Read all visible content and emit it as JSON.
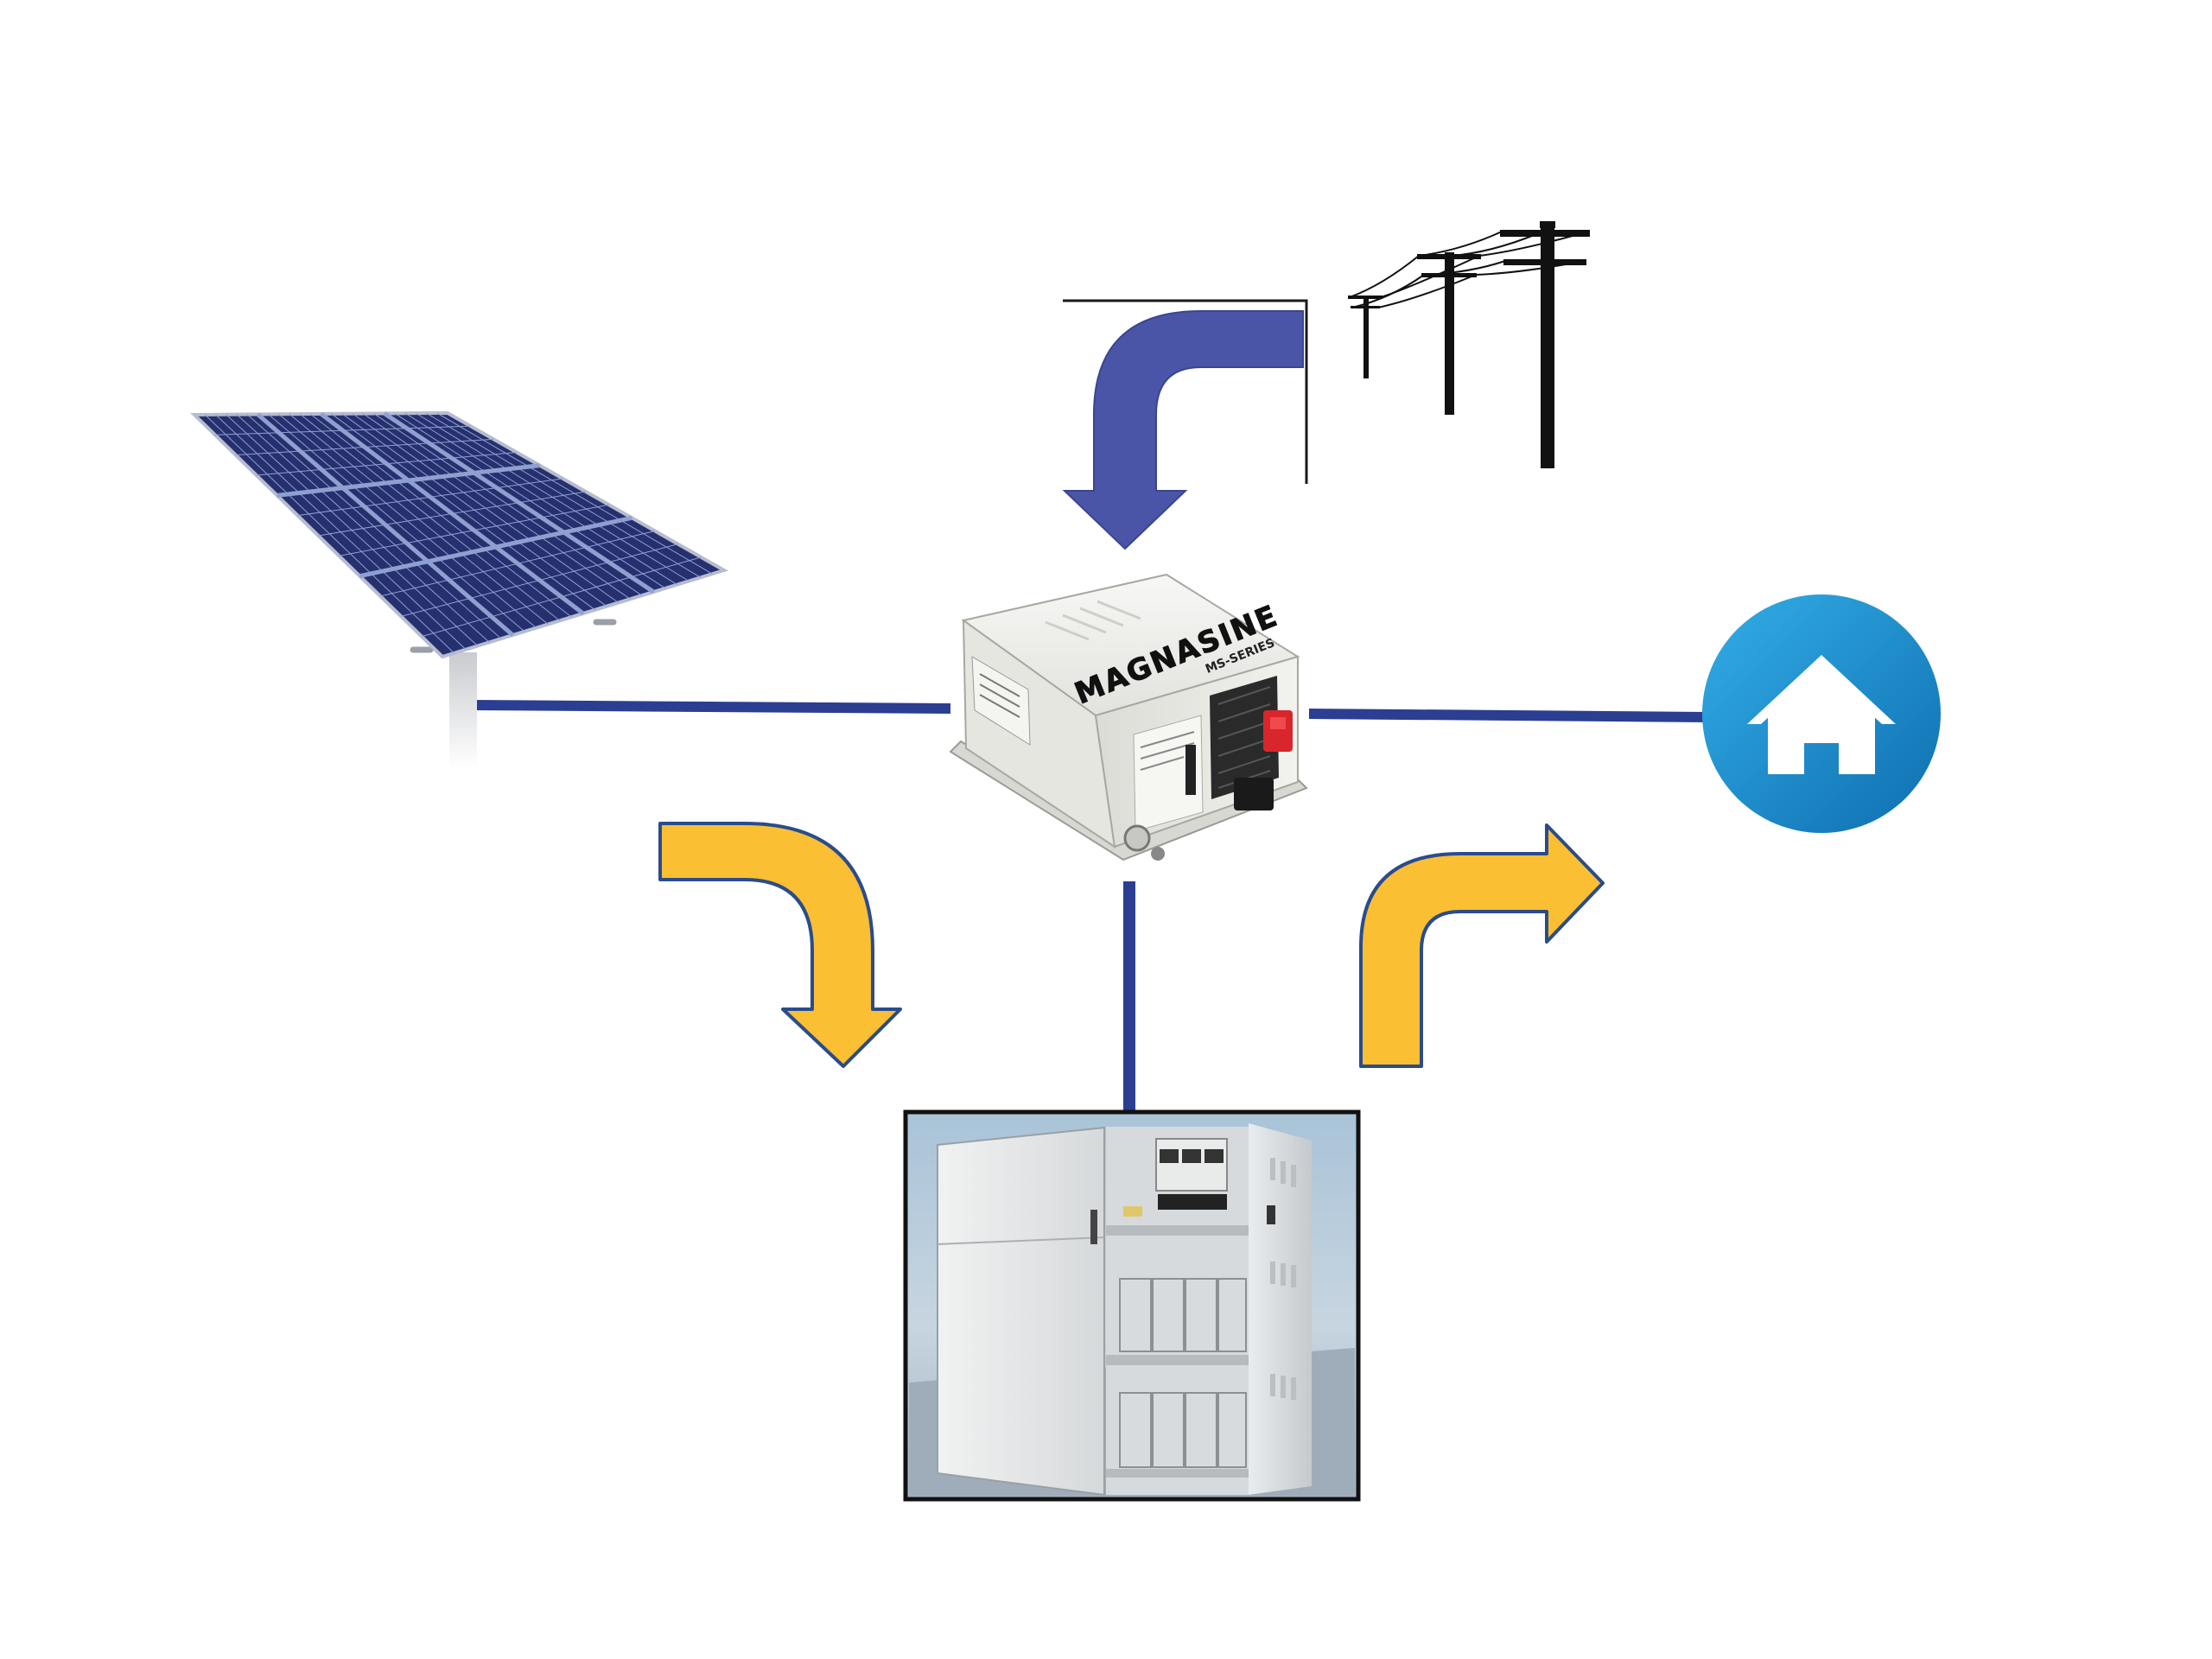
{
  "diagram": {
    "inverter": {
      "brand": "MAGNASINE",
      "model": "MS-SERIES"
    }
  },
  "colors": {
    "wire": "#2b3e91",
    "grid_arrow": "#4a55a7",
    "flow_arrow": "#fbbf33",
    "flow_arrow_outline": "#2a4c8c",
    "home_circle": "#1a87c9",
    "home_circle_light": "#2aa3e0",
    "panel": "#26306f",
    "panel_grid": "#8fa0d0"
  },
  "icons": {
    "solar": "solar-panel-array",
    "grid": "utility-power-poles",
    "inverter": "inverter-charger",
    "battery": "battery-enclosure-cabinet",
    "home": "home-icon"
  }
}
